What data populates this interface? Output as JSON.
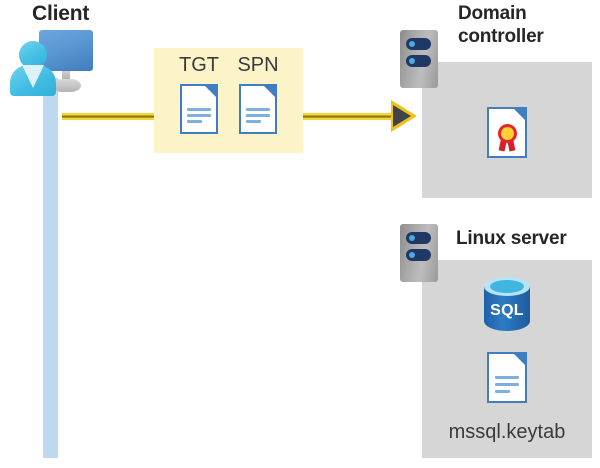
{
  "diagram": {
    "type": "kerberos-authentication-flow",
    "background": "#ffffff",
    "colors": {
      "highlight_box": "#fdf3c9",
      "zone_box": "#d6d6d6",
      "flow_line": "#f5d020",
      "flow_line_core": "#8a6d04",
      "arrow_head": "#3f444b",
      "lifeline": "#bed8f2",
      "monitor_blue": "#5b97d2",
      "person_cyan": "#41bde3",
      "server_navy": "#1f3864",
      "doc_blue": "#3f7fc1",
      "sql_blue": "#2d7cc4",
      "seal_yellow": "#fbd233",
      "seal_red": "#d4202a",
      "title_text": "#262626",
      "label_text": "#3b3b3b"
    }
  },
  "client": {
    "title": "Client",
    "icon_name": "client-user-computer-icon",
    "lifeline_name": "client-lifeline"
  },
  "ticket_group": {
    "box_name": "kerberos-ticket-highlight-box",
    "items": [
      {
        "label": "TGT",
        "icon": "document-icon"
      },
      {
        "label": "SPN",
        "icon": "document-icon"
      }
    ]
  },
  "flow": {
    "arrow_name": "request-arrow",
    "direction": "client-to-domain-controller",
    "segments": 3
  },
  "domain_controller": {
    "title_line1": "Domain",
    "title_line2": "controller",
    "server_icon": "server-rack-icon",
    "contents": [
      {
        "icon": "certificate-icon",
        "label": ""
      }
    ]
  },
  "linux_server": {
    "title": "Linux server",
    "server_icon": "server-rack-icon",
    "contents": [
      {
        "icon": "sql-database-icon",
        "label": "SQL"
      },
      {
        "icon": "document-icon",
        "label": "mssql.keytab"
      }
    ]
  }
}
